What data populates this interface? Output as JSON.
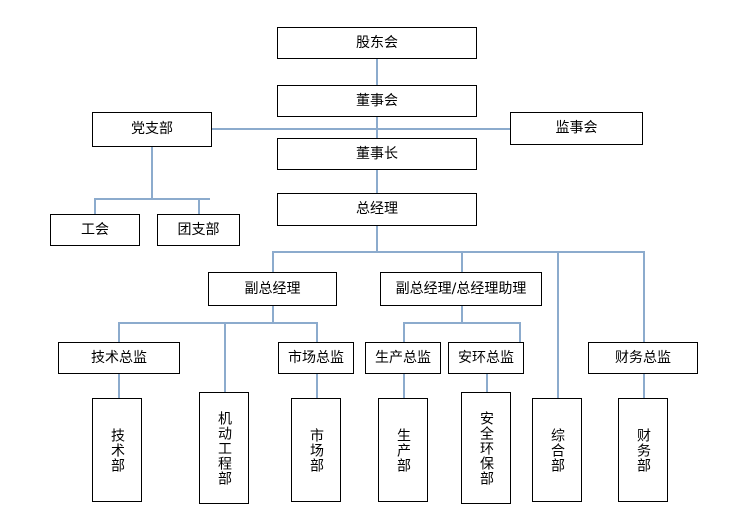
{
  "chart": {
    "title": "",
    "type": "org-chart",
    "line_color": "#8cabcd",
    "box_border_color": "#000000",
    "background": "#ffffff",
    "nodes": {
      "shareholders": {
        "label": "股东会",
        "level": 1
      },
      "board": {
        "label": "董事会",
        "level": 2
      },
      "supervisors": {
        "label": "监事会",
        "level": 2
      },
      "party_branch": {
        "label": "党支部",
        "level": 2
      },
      "chairman": {
        "label": "董事长",
        "level": 3
      },
      "union": {
        "label": "工会",
        "level": 4
      },
      "youth_league": {
        "label": "团支部",
        "level": 4
      },
      "general_manager": {
        "label": "总经理",
        "level": 4
      },
      "deputy_gm": {
        "label": "副总经理",
        "level": 5
      },
      "deputy_gm_assistant": {
        "label": "副总经理/总经理助理",
        "level": 5
      },
      "tech_director": {
        "label": "技术总监",
        "level": 6
      },
      "market_director": {
        "label": "市场总监",
        "level": 6
      },
      "production_director": {
        "label": "生产总监",
        "level": 6
      },
      "safety_env_director": {
        "label": "安环总监",
        "level": 6
      },
      "finance_director": {
        "label": "财务总监",
        "level": 6
      },
      "tech_dept": {
        "label": "技术部",
        "level": 7
      },
      "equipment_eng_dept": {
        "label": "机动工程部",
        "level": 7
      },
      "market_dept": {
        "label": "市场部",
        "level": 7
      },
      "production_dept": {
        "label": "生产部",
        "level": 7
      },
      "safety_env_dept": {
        "label": "安全环保部",
        "level": 7
      },
      "general_affairs_dept": {
        "label": "综合部",
        "level": 7
      },
      "finance_dept": {
        "label": "财务部",
        "level": 7
      }
    }
  }
}
